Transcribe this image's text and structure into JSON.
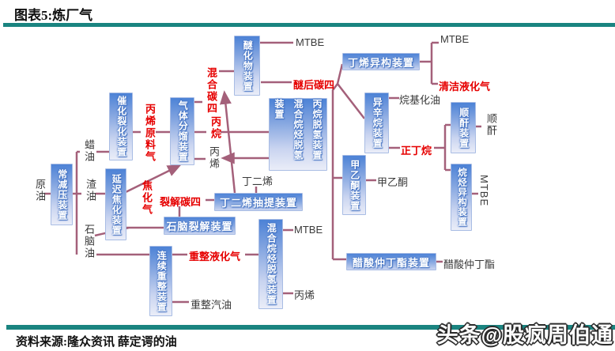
{
  "header": {
    "title": "图表5:炼厂气"
  },
  "footer": {
    "source": "资料来源:隆众资讯 薛定谔的油",
    "watermark": "头条@股疯周伯通"
  },
  "colors": {
    "accent_teal": "#1a8480",
    "connector_line": "#a4607a",
    "stream_red": "#e60000",
    "box_gradient_top": "#4c82d6",
    "box_gradient_bottom": "#eaedf8"
  },
  "units": {
    "cdu": "常减压装置",
    "fcc": "催化裂化装置",
    "delayed_coking": "延迟焦化装置",
    "gas_fractionation": "气体分馏装置",
    "etherification": "醚化物装置",
    "pdh_mixed_dehydro": "丙烷脱氢装置混合烷烃脱氢装置",
    "butadiene_extraction": "丁二烯抽提装置",
    "naphtha_cracking": "石脑裂解装置",
    "continuous_reforming": "连续重整装置",
    "mixed_alkane_dehydro": "混合烷烃脱氢装置",
    "butene_isomerization": "丁烯异构装置",
    "isooctane": "异辛烷装置",
    "maleic_anhydride_unit": "顺酐装置",
    "mek_unit": "甲乙酮装置",
    "alkane_isomerization": "烷烃异构装置",
    "sec_butyl_acetate_unit": "醋酸仲丁酯装置"
  },
  "products": {
    "crude_oil": "原油",
    "wax_oil": "蜡油",
    "residue": "渣油",
    "naphtha": "石脑油",
    "mtbe": "MTBE",
    "propylene": "丙烯",
    "butadiene": "丁二烯",
    "alkylate": "烷基化油",
    "maleic_anhydride": "顺酐",
    "mek": "甲乙酮",
    "reformate_gasoline": "重整汽油",
    "sec_butyl_acetate": "醋酸仲丁酯"
  },
  "streams": {
    "propylene_feed_gas": "丙烯原料气",
    "coker_gas": "焦化气",
    "mixed_c4": "混合碳四",
    "propane": "丙烷",
    "post_ether_c4": "醚后碳四",
    "clean_lpg": "清洁液化气",
    "n_butane": "正丁烷",
    "cracked_c4": "裂解碳四",
    "reforming_lpg": "重整液化气"
  }
}
